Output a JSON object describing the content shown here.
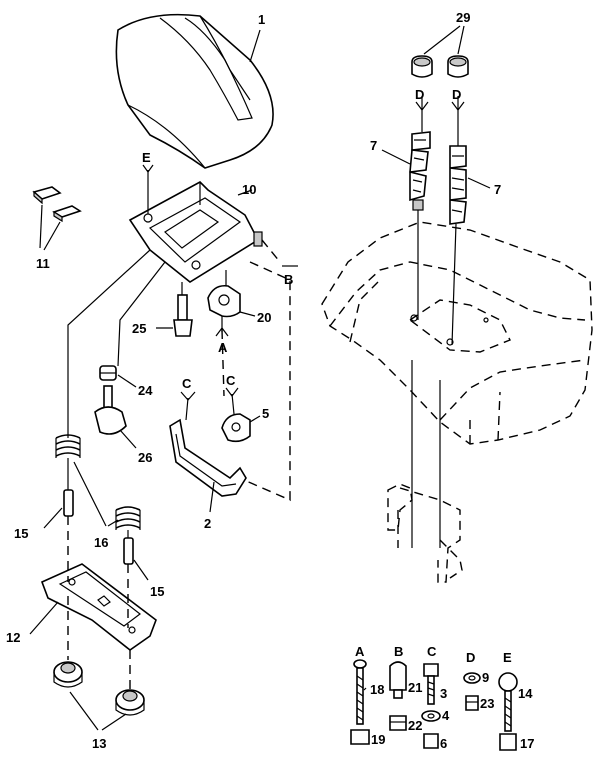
{
  "callouts": {
    "p1": "1",
    "p29": "29",
    "pE_top": "E",
    "pD1": "D",
    "pD2": "D",
    "p7a": "7",
    "p7b": "7",
    "p10": "10",
    "p11": "11",
    "pB_side": "B",
    "p25": "25",
    "p20": "20",
    "pA_side": "A",
    "p24": "24",
    "pC1": "C",
    "pC2": "C",
    "p5": "5",
    "p26": "26",
    "p15a": "15",
    "p16": "16",
    "p15b": "15",
    "p2": "2",
    "p12": "12",
    "p13": "13"
  },
  "legend": {
    "A": {
      "letter": "A",
      "parts": [
        "18",
        "19"
      ]
    },
    "B": {
      "letter": "B",
      "parts": [
        "21",
        "22"
      ]
    },
    "C": {
      "letter": "C",
      "parts": [
        "3",
        "4",
        "6"
      ]
    },
    "D": {
      "letter": "D",
      "parts": [
        "9",
        "23"
      ]
    },
    "E": {
      "letter": "E",
      "parts": [
        "14",
        "17"
      ]
    }
  }
}
